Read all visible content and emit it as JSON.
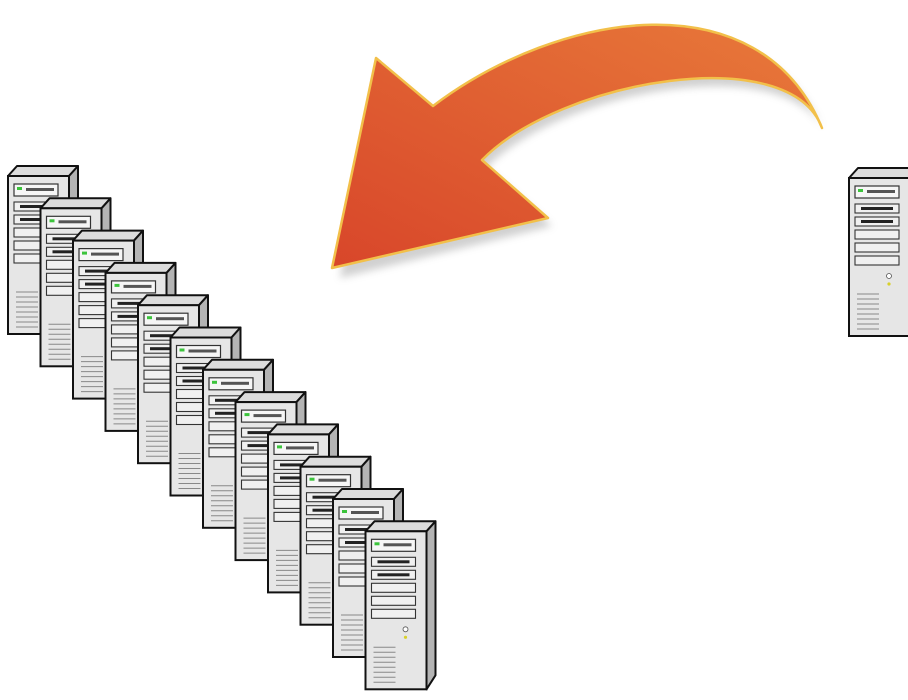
{
  "diagram": {
    "server_cluster_count": 12,
    "standalone_server_count": 1,
    "arrow_direction": "right-to-left",
    "colors": {
      "background": "#ffffff",
      "arrow_light": "#e87a3a",
      "arrow_dark": "#d8462a",
      "arrow_edge": "#f2c04a",
      "server_side": "#b4b4b4",
      "server_top": "#dcdcdc",
      "server_front": "#e6e6e6",
      "server_outline": "#111111",
      "led_green": "#3cc43c",
      "led_yellow": "#d8d02a"
    },
    "icons": {
      "arrow": "curved-arrow-icon",
      "server": "server-tower-icon"
    }
  }
}
